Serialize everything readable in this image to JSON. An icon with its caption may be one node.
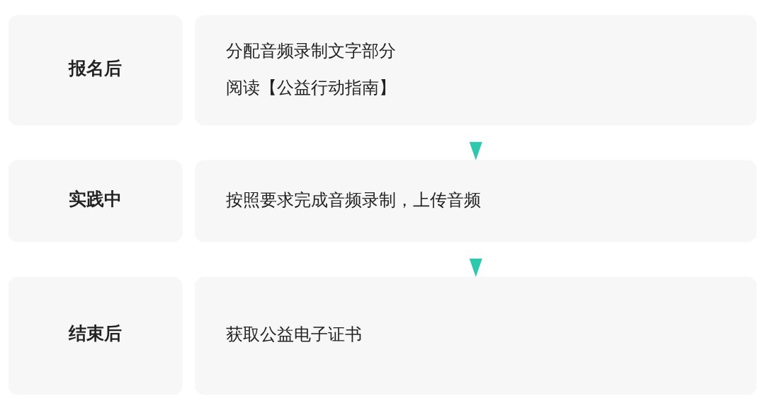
{
  "diagram": {
    "nodes": [
      {
        "text": [
          "报名后"
        ]
      },
      {
        "text": [
          "分配音频录制文字部分",
          "阅读【公益行动指南】"
        ]
      },
      {
        "text": [
          "实践中"
        ]
      },
      {
        "text": [
          "按照要求完成音频录制，上传音频"
        ]
      },
      {
        "text": [
          "结束后"
        ]
      },
      {
        "text": [
          "获取公益电子证书"
        ]
      }
    ],
    "edges": [
      {
        "from": 1,
        "to": 3,
        "arrow": "to"
      },
      {
        "from": 3,
        "to": 5,
        "arrow": "to"
      }
    ]
  }
}
